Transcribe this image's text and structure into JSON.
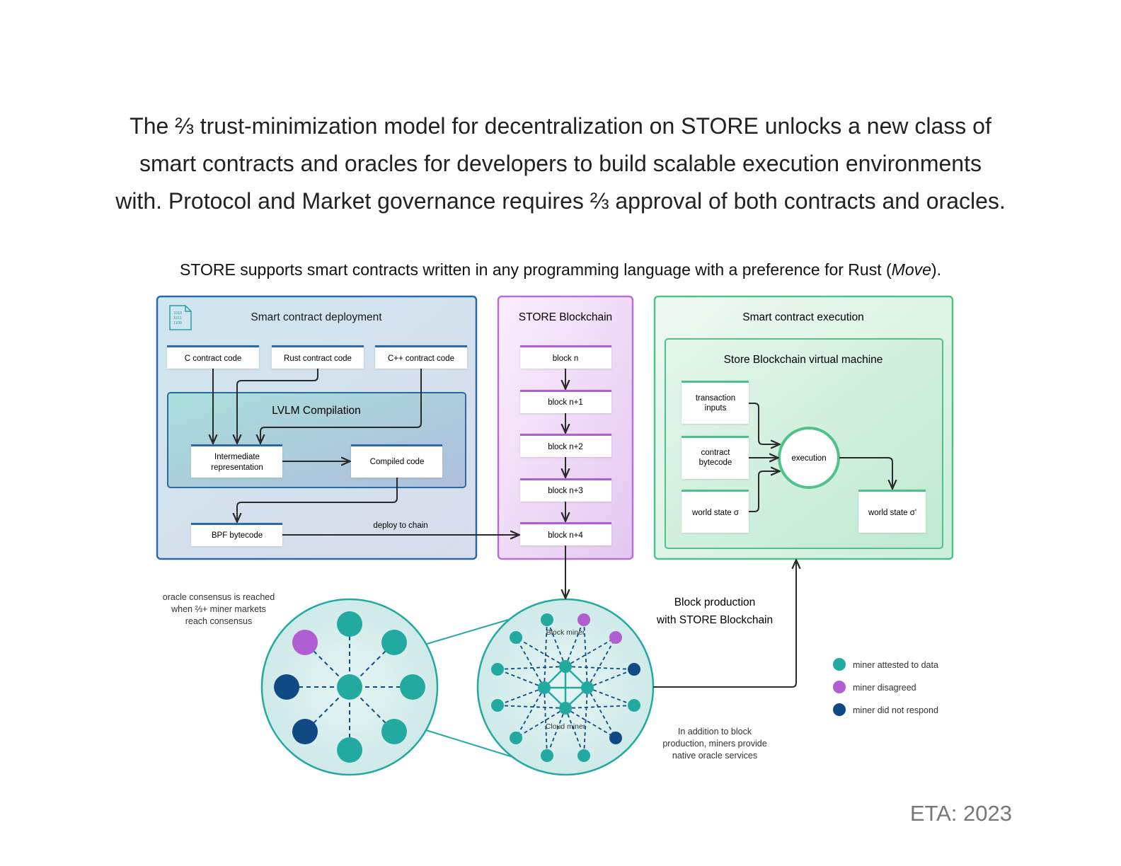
{
  "intro": {
    "line1": "The ⅔ trust-minimization model for decentralization on STORE unlocks a new class of",
    "line2": "smart contracts and oracles for developers to build scalable execution environments",
    "line3": "with. Protocol and Market governance requires ⅔ approval of both contracts and oracles."
  },
  "subtitle": {
    "before": "STORE supports smart contracts written in any programming language with a preference for Rust (",
    "italic": "Move",
    "after": ")."
  },
  "deployment": {
    "title": "Smart contract deployment",
    "file_icon_digits": [
      "1010",
      "1011",
      "1100"
    ],
    "sources": [
      "C contract code",
      "Rust contract code",
      "C++ contract code"
    ],
    "compilation_title": "LVLM Compilation",
    "ir_line1": "Intermediate",
    "ir_line2": "representation",
    "compiled": "Compiled code",
    "bpf": "BPF bytecode",
    "deploy_label": "deploy to chain"
  },
  "blockchain": {
    "title": "STORE Blockchain",
    "blocks": [
      "block n",
      "block n+1",
      "block n+2",
      "block n+3",
      "block n+4"
    ]
  },
  "execution": {
    "title": "Smart contract execution",
    "vm_title": "Store Blockchain virtual machine",
    "tx_line1": "transaction",
    "tx_line2": "inputs",
    "bytecode_line1": "contract",
    "bytecode_line2": "bytecode",
    "world_state": "world state σ",
    "world_state_out": "world state σ'",
    "execution_label": "execution"
  },
  "oracle": {
    "consensus_line1": "oracle consensus is reached",
    "consensus_line2": "when ⅔+ miner markets",
    "consensus_line3": "reach consensus",
    "block_miner": "Block miner",
    "cloud_miner": "Cloud miner",
    "production_line1": "Block production",
    "production_line2": "with STORE Blockchain",
    "note_line1": "In addition to block",
    "note_line2": "production, miners provide",
    "note_line3": "native oracle services"
  },
  "legend": [
    {
      "label": "miner attested to data",
      "color": "#23aaa0"
    },
    {
      "label": "miner disagreed",
      "color": "#b05fd3"
    },
    {
      "label": "miner did not respond",
      "color": "#0f4a85"
    }
  ],
  "colors": {
    "deployment_border": "#2a6aa6",
    "blockchain_border": "#b96fd6",
    "execution_border": "#4fc28a",
    "teal": "#23aaa0",
    "purple": "#b05fd3",
    "navy": "#0f4a85"
  },
  "eta": "ETA: 2023"
}
